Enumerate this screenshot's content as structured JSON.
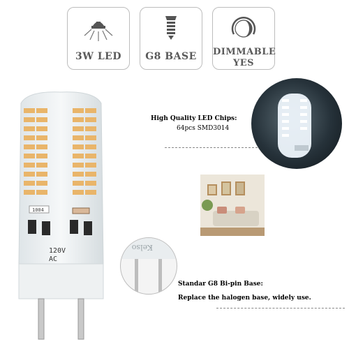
{
  "badges": [
    {
      "label": "3W LED",
      "icon": "bulb-glow-icon"
    },
    {
      "label": "G8 BASE",
      "icon": "screw-base-icon"
    },
    {
      "label_line1": "DIMMABLE",
      "label_line2": "YES",
      "icon": "dimmer-arc-icon"
    }
  ],
  "chips": {
    "heading": "High Quality LED Chips:",
    "detail": "64pcs SMD3014"
  },
  "base": {
    "heading": "Standar G8 Bi-pin Base:",
    "detail": "Replace the halogen base, widely use."
  },
  "bulb": {
    "voltage": "120V",
    "current": "AC",
    "code": "1004",
    "brand": "Kelso"
  },
  "colors": {
    "badge_text": "#5a5a5a",
    "led_amber": "#e9b56a",
    "led_cool": "#f2f8ff",
    "silicone": "#e8ecee"
  }
}
